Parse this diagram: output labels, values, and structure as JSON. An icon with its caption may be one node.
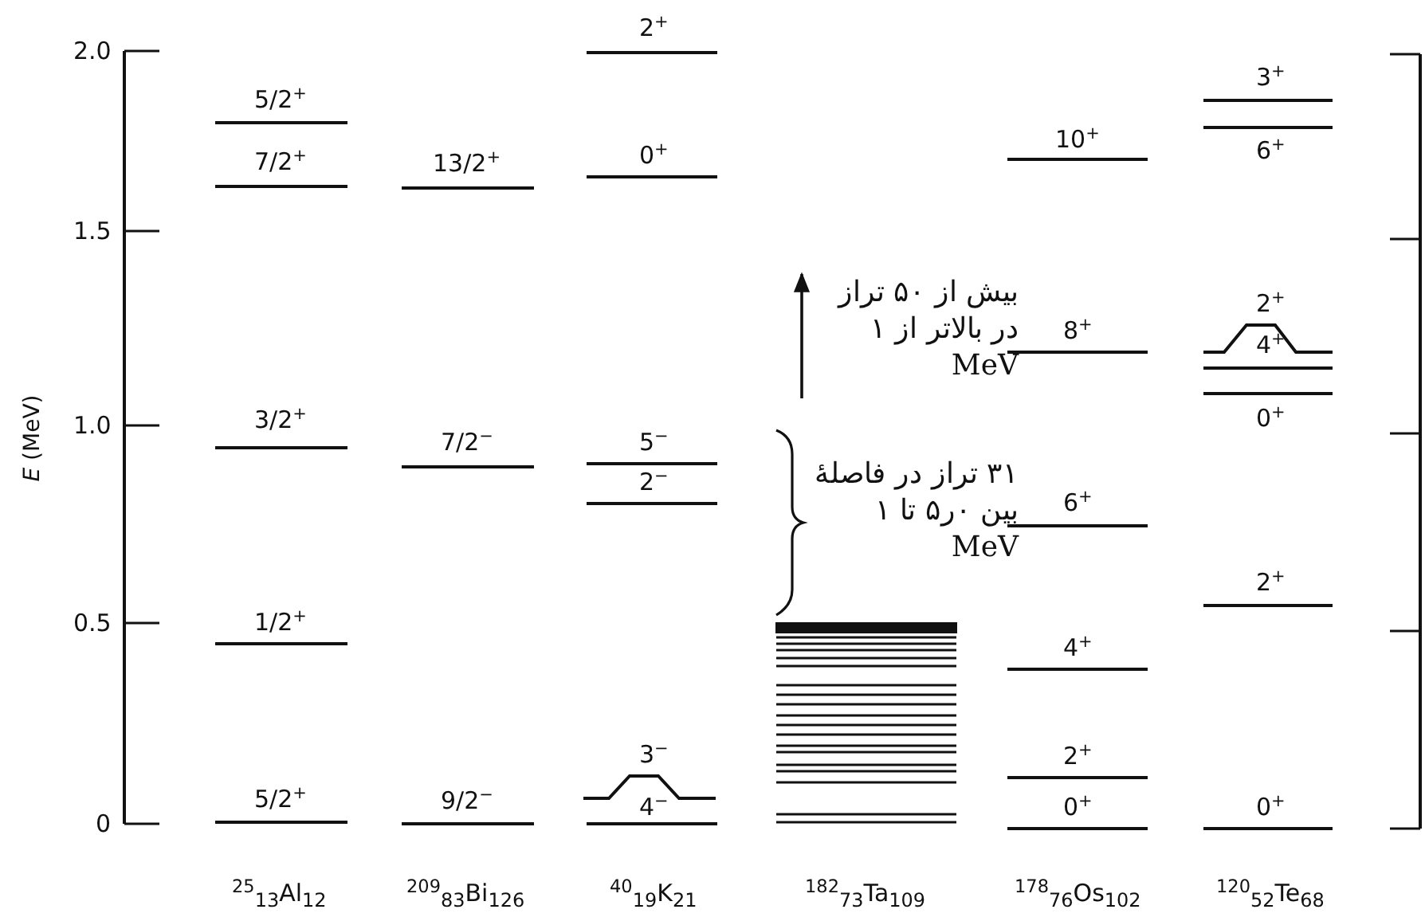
{
  "diagram": {
    "labels": [
      "*E* (MeV)",
      "2.0",
      "1.5",
      "1.0",
      "0.5",
      "0",
      "5/2$^{+}$",
      "7/2$^{+}$",
      "3/2$^{+}$",
      "1/2$^{+}$",
      "5/2$^{+}$",
      "13/2$^{+}$",
      "7/2$^{−}$",
      "9/2$^{−}$",
      "2$^{+}$",
      "0$^{+}$",
      "5$^{−}$",
      "2$^{−}$",
      "3$^{−}$",
      "4$^{−}$",
      "بیش از ۵۰ تراز در بالاتر از ۱ MeV",
      "۳۱ تراز در فاصلهٔ بین ۰ر۵ تا ۱ MeV",
      "10$^{+}$",
      "8$^{+}$",
      "6$^{+}$",
      "4$^{+}$",
      "2$^{+}$",
      "0$^{+}$",
      "3$^{+}$",
      "6$^{+}$",
      "2$^{+}$",
      "4$^{+}$",
      "0$^{+}$",
      "2$^{+}$",
      "0$^{+}$",
      "$^{25}$$_{13}$Al$_{12}$",
      "$^{209}$$_{83}$Bi$_{126}$",
      "$^{40}$$_{19}$K$_{21}$",
      "$^{182}$$_{73}$Ta$_{109}$",
      "$^{178}$$_{76}$Os$_{102}$",
      "$^{120}$$_{52}$Te$_{68}$"
    ]
  }
}
